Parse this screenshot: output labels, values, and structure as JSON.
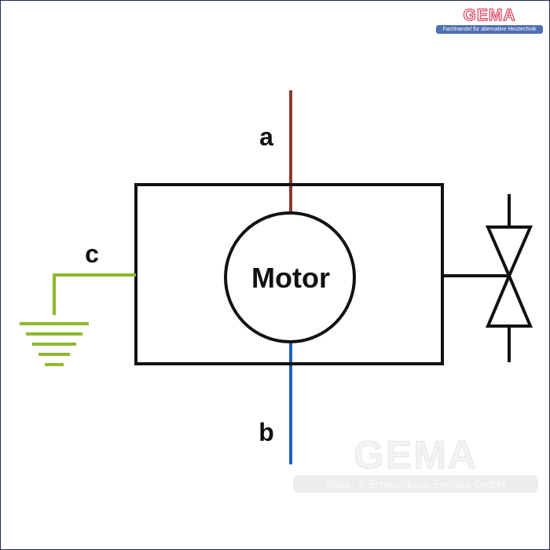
{
  "terminals": {
    "a": "a",
    "b": "b",
    "c": "c"
  },
  "motor": {
    "label": "Motor"
  },
  "logo": {
    "name": "GEMA",
    "tagline": "Fachhandel für alternative Heiztechnik",
    "accent_color": "#e0405e",
    "tag_color": "#4c6fb3"
  },
  "watermark": {
    "name": "GEMA",
    "tagline": "Solar- & Erneuerbare Energie GmbH"
  },
  "colors": {
    "wire_a": "#8b3a2a",
    "wire_b": "#1f5fbf",
    "wire_c": "#8db82c",
    "outline": "#111111"
  },
  "icons": {
    "ground": "ground-symbol-icon",
    "valve": "valve-symbol-icon"
  }
}
